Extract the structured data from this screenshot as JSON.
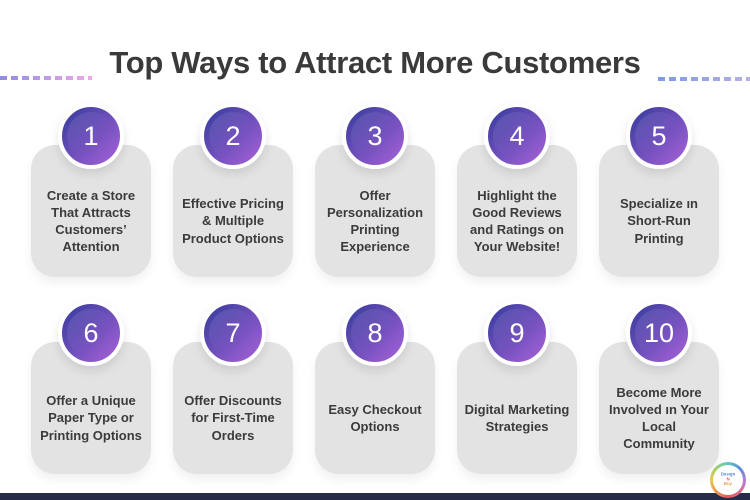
{
  "page": {
    "title": "Top Ways to Attract More Customers"
  },
  "theme": {
    "title_color": "#3a3a3a",
    "text_color": "#3b3b3b",
    "card_bg": "#e3e3e3",
    "circle_grad_a": "#333a9c",
    "circle_grad_b": "#a963d9",
    "number_color": "#ffffff",
    "footer_bar": "#262b4a",
    "dash_left_a": "#8f8ce2",
    "dash_left_b": "#eeaae8",
    "dash_right_a": "#7d9be0",
    "dash_right_b": "#b7aee9"
  },
  "cards": [
    {
      "number": "1",
      "label": "Create a Store That Attracts Customers’ Attention"
    },
    {
      "number": "2",
      "label": "Effective Pricing & Multiple Product Options"
    },
    {
      "number": "3",
      "label": "Offer Personalization Printing Experience"
    },
    {
      "number": "4",
      "label": "Highlight the Good Reviews and Ratings on Your Website!"
    },
    {
      "number": "5",
      "label": "Specialize ın Short-Run Printing"
    },
    {
      "number": "6",
      "label": "Offer a Unique Paper Type or Printing Options"
    },
    {
      "number": "7",
      "label": "Offer Discounts for First-Time Orders"
    },
    {
      "number": "8",
      "label": "Easy Checkout Options"
    },
    {
      "number": "9",
      "label": "Digital Marketing Strategies"
    },
    {
      "number": "10",
      "label": "Become More Involved ın Your Local Community"
    }
  ],
  "watermark": {
    "line1": "Design",
    "line2": "N",
    "line3": "Buy"
  }
}
